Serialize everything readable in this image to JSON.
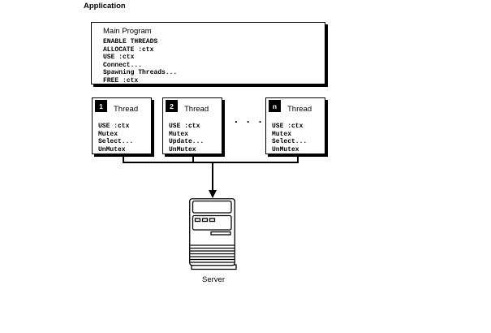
{
  "app_label": "Application",
  "main_program": {
    "title": "Main Program",
    "code": [
      "ENABLE THREADS",
      "ALLOCATE :ctx",
      "USE :ctx",
      "Connect...",
      "Spawning Threads...",
      "FREE :ctx"
    ]
  },
  "threads": [
    {
      "badge": "1",
      "title": "Thread",
      "code": [
        "USE :ctx",
        "Mutex",
        "Select...",
        "UnMutex"
      ]
    },
    {
      "badge": "2",
      "title": "Thread",
      "code": [
        "USE :ctx",
        "Mutex",
        "Update...",
        "UnMutex"
      ]
    },
    {
      "badge": "n",
      "title": "Thread",
      "code": [
        "USE :ctx",
        "Mutex",
        "Select...",
        "UnMutex"
      ]
    }
  ],
  "ellipsis": "...",
  "server": {
    "label": "Server",
    "icon": "server-tower-icon"
  },
  "colors": {
    "line": "#000000",
    "background": "#ffffff",
    "badge_bg": "#000000",
    "badge_fg": "#ffffff"
  }
}
